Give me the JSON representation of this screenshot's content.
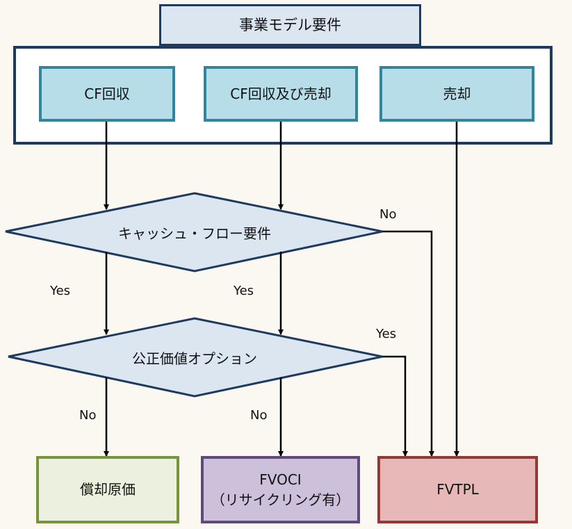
{
  "title": "事業モデル要件",
  "requirements": {
    "cf": "CF回収",
    "cf_and_sale": "CF回収及び売却",
    "sale": "売却"
  },
  "decisions": {
    "cash_flow": "キャッシュ・フロー要件",
    "fair_value_option": "公正価値オプション"
  },
  "edge_labels": {
    "cf_no": "No",
    "cf_yes_left": "Yes",
    "cf_yes_mid": "Yes",
    "fvo_yes": "Yes",
    "fvo_no_left": "No",
    "fvo_no_mid": "No"
  },
  "results": {
    "amortized_cost": "償却原価",
    "fvoci_line1": "FVOCI",
    "fvoci_line2": "（リサイクリング有）",
    "fvtpl": "FVTPL"
  },
  "colors": {
    "title_fill": "#dce6f1",
    "frame_border": "#1f3a5f",
    "requirement_fill": "#b7dde8",
    "requirement_border": "#31859c",
    "diamond_fill": "#dce6f1",
    "diamond_border": "#1f3a5f",
    "amortized_fill": "#ebf1de",
    "amortized_border": "#77933c",
    "fvoci_fill": "#ccc0da",
    "fvoci_border": "#604a7b",
    "fvtpl_fill": "#e6b9b8",
    "fvtpl_border": "#953735"
  }
}
